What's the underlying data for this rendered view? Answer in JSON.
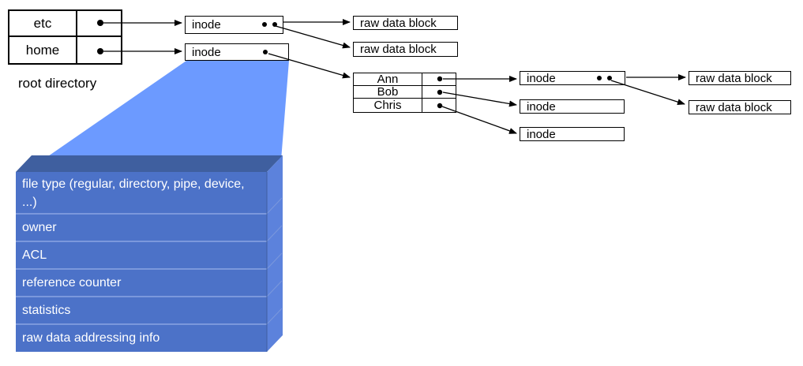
{
  "root_directory": {
    "caption": "root directory",
    "entries": [
      {
        "name": "etc"
      },
      {
        "name": "home"
      }
    ]
  },
  "user_directory": {
    "entries": [
      {
        "name": "Ann"
      },
      {
        "name": "Bob"
      },
      {
        "name": "Chris"
      }
    ]
  },
  "inodes": {
    "label": "inode"
  },
  "raw_block_label": "raw data block",
  "inode_detail_rows": [
    "file type (regular, directory, pipe, device, ...)",
    "owner",
    "ACL",
    "reference counter",
    "statistics",
    "raw data addressing info"
  ],
  "colors": {
    "highlight_trapezoid": "#6C9AFF",
    "inode_box_front": "#4C72C8",
    "inode_box_top": "#3F5F9F",
    "inode_box_side": "#5C82DC",
    "row_divider": "#7B98DC",
    "line": "#000000"
  }
}
